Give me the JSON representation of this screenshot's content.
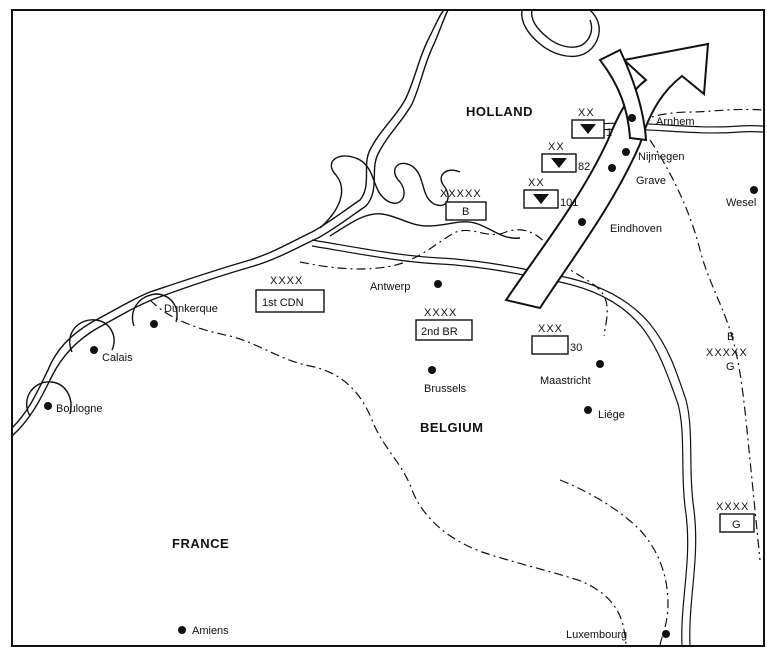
{
  "countries": {
    "holland": "HOLLAND",
    "belgium": "BELGIUM",
    "france": "FRANCE"
  },
  "cities": {
    "arnhem": "Arnhem",
    "nijmegen": "Nijmegen",
    "grave": "Grave",
    "eindhoven": "Eindhoven",
    "wesel": "Wesel",
    "antwerp": "Antwerp",
    "dunkerque": "Dunkerque",
    "calais": "Calais",
    "boulogne": "Boulogne",
    "brussels": "Brussels",
    "maastricht": "Maastricht",
    "liege": "Liége",
    "amiens": "Amiens",
    "luxembourg": "Luxembourg"
  },
  "units": {
    "airborne_1": {
      "size": "XX",
      "number": "1"
    },
    "airborne_82": {
      "size": "XX",
      "number": "82"
    },
    "airborne_101": {
      "size": "XX",
      "number": "101"
    },
    "army_group_b_box": {
      "size": "XXXXX",
      "label": "B"
    },
    "first_cdn": {
      "size": "XXXX",
      "label": "1st CDN"
    },
    "second_br": {
      "size": "XXXX",
      "label": "2nd BR"
    },
    "corps_30": {
      "size": "XXX",
      "number": "30"
    },
    "army_group_b_side": {
      "top": "B",
      "size": "XXXXX",
      "bottom": "G"
    },
    "army_g": {
      "size": "XXXX",
      "label": "G"
    }
  }
}
